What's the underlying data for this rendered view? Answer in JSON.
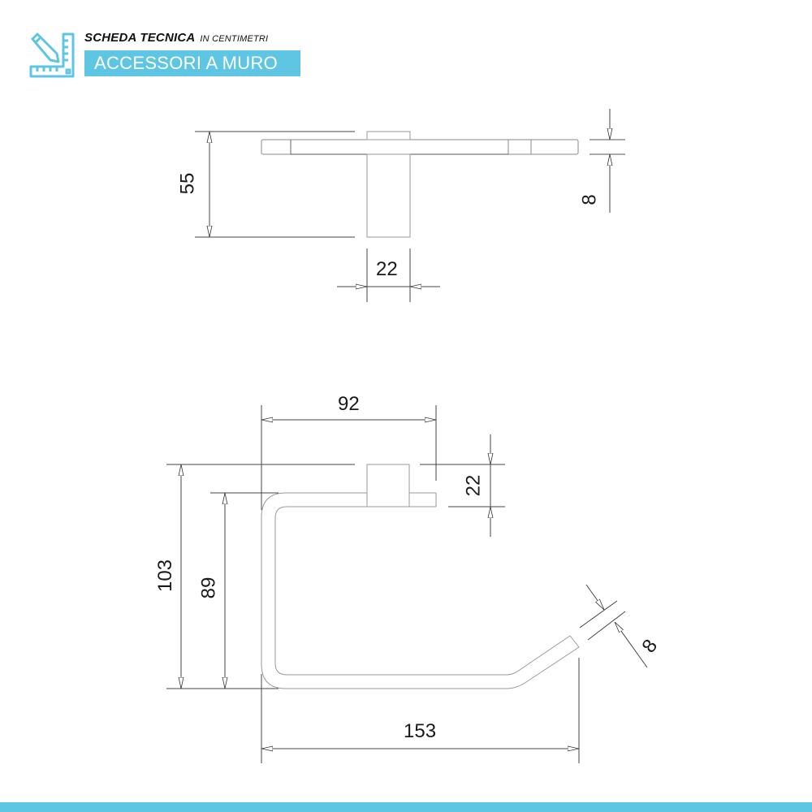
{
  "header": {
    "title": "SCHEDA TECNICA",
    "subtitle": "IN CENTIMETRI",
    "category": "ACCESSORI A MURO",
    "icon": "ruler-pencil-icon",
    "accent_color": "#5ec6e2"
  },
  "top_view": {
    "dimensions": {
      "height": "55",
      "block_width": "22",
      "bar_thickness": "8"
    }
  },
  "side_view": {
    "dimensions": {
      "arm_length": "92",
      "block_height": "22",
      "total_height": "103",
      "inner_height": "89",
      "rod_thickness": "8",
      "total_width": "153"
    }
  },
  "footer": {
    "bar_color": "#5ec6e2"
  }
}
